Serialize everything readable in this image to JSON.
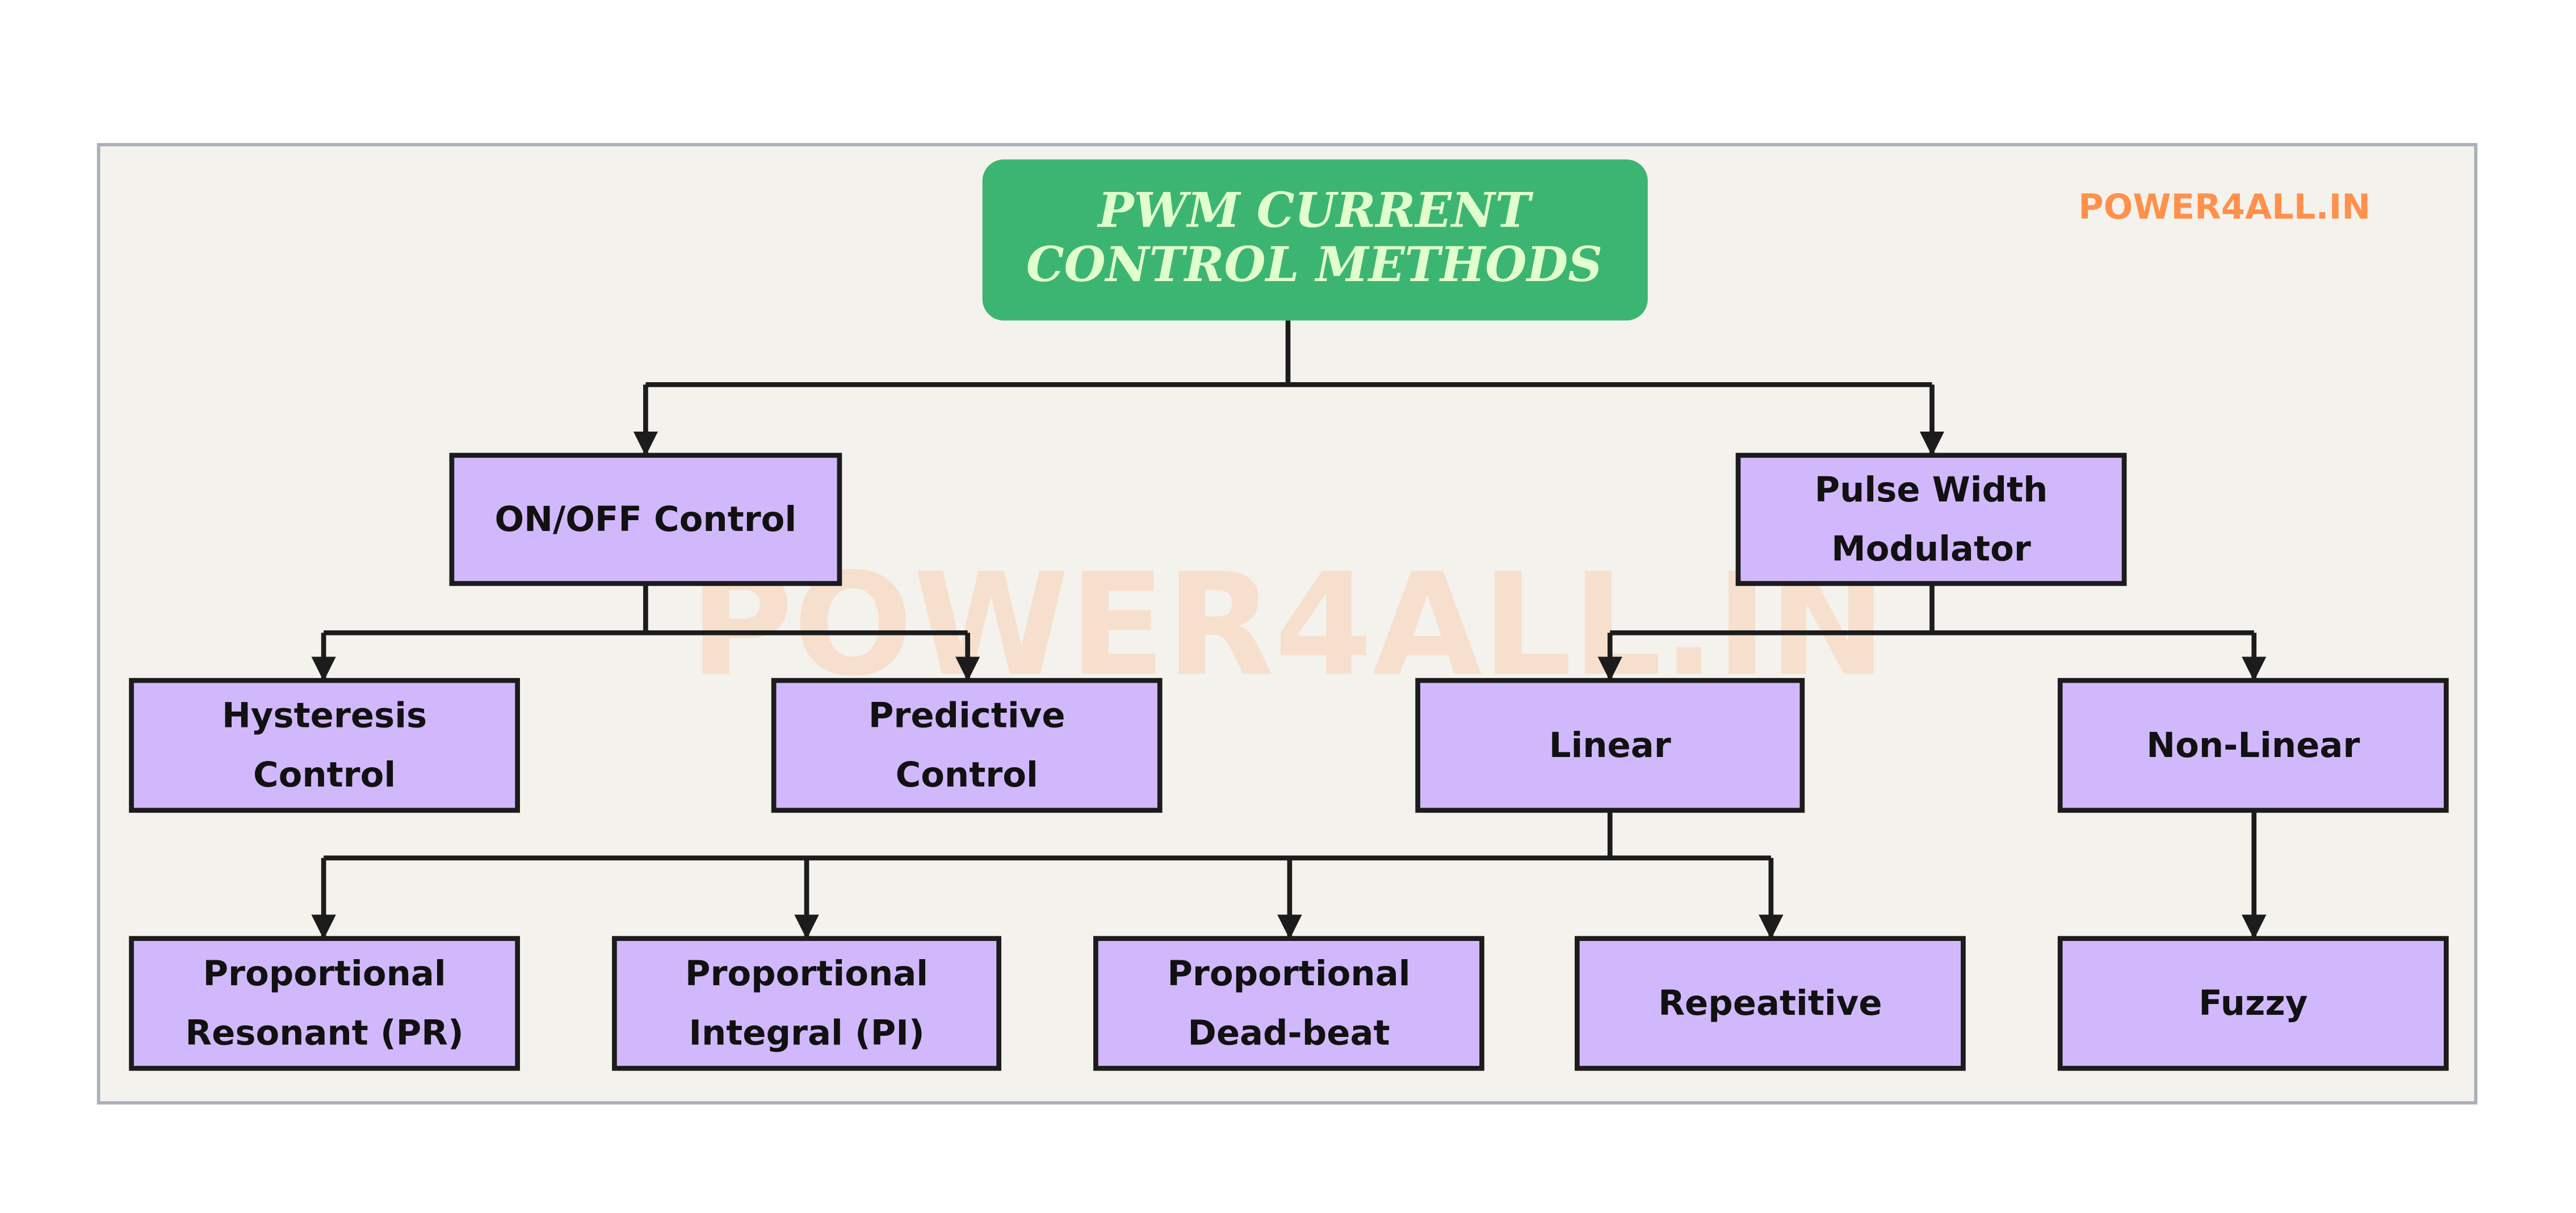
{
  "title": {
    "line1": "PWM CURRENT",
    "line2": "CONTROL METHODS"
  },
  "logo": "POWER4ALL.IN",
  "watermark": "POWER4ALL.IN",
  "colors": {
    "title_bg": "#3db572",
    "title_text": "#e0ffcc",
    "box_fill": "#d1b8fc",
    "logo": "#ff914d",
    "background": "#f4f2ec"
  },
  "nodes": {
    "onoff": {
      "lines": [
        "ON/OFF Control"
      ]
    },
    "pwm": {
      "lines": [
        "Pulse Width",
        "Modulator"
      ]
    },
    "hysteresis": {
      "lines": [
        "Hysteresis",
        "Control"
      ]
    },
    "predictive": {
      "lines": [
        "Predictive",
        "Control"
      ]
    },
    "linear": {
      "lines": [
        "Linear"
      ]
    },
    "nonlinear": {
      "lines": [
        "Non-Linear"
      ]
    },
    "pr": {
      "lines": [
        "Proportional",
        "Resonant (PR)"
      ]
    },
    "pi": {
      "lines": [
        "Proportional",
        "Integral (PI)"
      ]
    },
    "deadbeat": {
      "lines": [
        "Proportional",
        "Dead-beat"
      ]
    },
    "repetitive": {
      "lines": [
        "Repeatitive"
      ]
    },
    "fuzzy": {
      "lines": [
        "Fuzzy"
      ]
    }
  }
}
